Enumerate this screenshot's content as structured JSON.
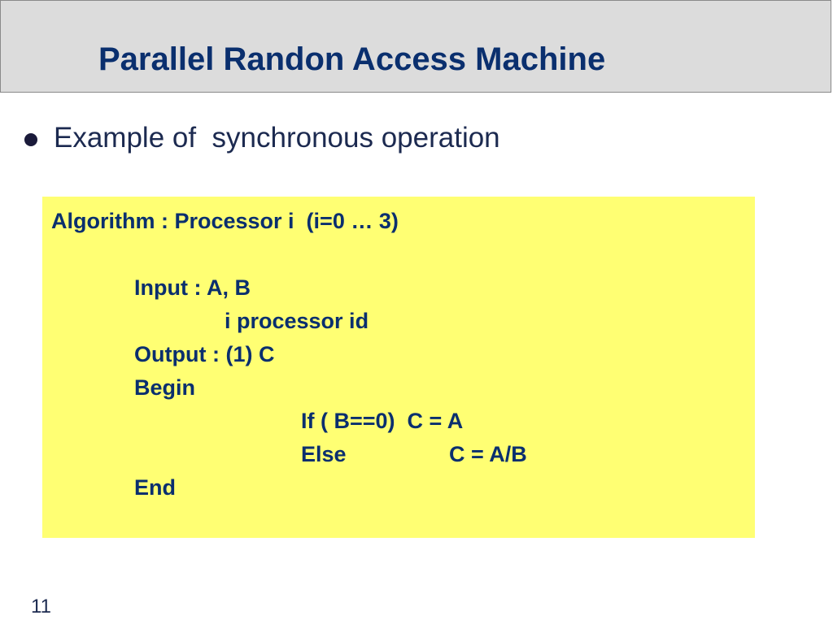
{
  "slide": {
    "title": "Parallel Randon Access Machine",
    "bullets": [
      {
        "text": "Example of  synchronous operation"
      }
    ],
    "algorithm": {
      "header": "Algorithm : Processor i  (i=0 … 3)",
      "input_line": "Input : A, B",
      "input_detail": "i processor id",
      "output_line": "Output : (1) C",
      "begin": "Begin",
      "if_part": "If ( B==0)  C = A",
      "else_keyword": "Else",
      "else_assign": "C = A/B",
      "end": "End"
    },
    "page_number": "11"
  },
  "colors": {
    "title_bar_background": "#dcdcdc",
    "title_text": "#0a2f6e",
    "code_box_background": "#ffff73",
    "body_text": "#1c2a50"
  }
}
